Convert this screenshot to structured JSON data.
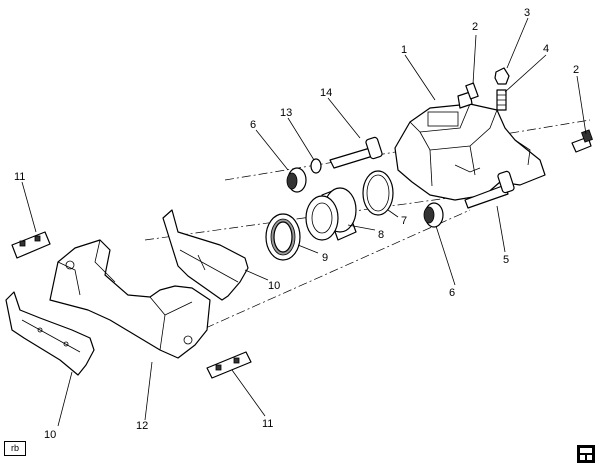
{
  "callouts": {
    "c1": "1",
    "c2a": "2",
    "c2b": "2",
    "c3": "3",
    "c4": "4",
    "c5": "5",
    "c6a": "6",
    "c6b": "6",
    "c7": "7",
    "c8": "8",
    "c9": "9",
    "c10a": "10",
    "c10b": "10",
    "c11a": "11",
    "c11b": "11",
    "c12": "12",
    "c13": "13",
    "c14": "14"
  },
  "corner_tag": "rb",
  "icons": {
    "corner": "book-icon"
  }
}
